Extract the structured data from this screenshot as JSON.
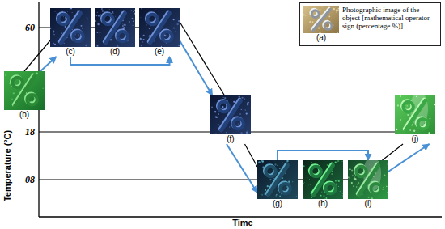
{
  "diagram": {
    "nodes": [
      {
        "text": [
          "Photographic image of the object [mathematical operator sign (percentage %)]"
        ]
      },
      {
        "text": [
          "(a)"
        ],
        "in": 0
      },
      {
        "text": [
          "(b)"
        ]
      },
      {
        "text": [
          "(c)"
        ]
      },
      {
        "text": [
          "(d)"
        ]
      },
      {
        "text": [
          "(e)"
        ]
      },
      {
        "text": [
          "(f)"
        ]
      },
      {
        "text": [
          "(g)"
        ]
      },
      {
        "text": [
          "(h)"
        ]
      },
      {
        "text": [
          "(i)"
        ]
      },
      {
        "text": [
          "(j)"
        ]
      }
    ],
    "edges": [
      {
        "from": 2,
        "to": 3,
        "arrow": "to"
      },
      {
        "from": 3,
        "to": 5,
        "arrow": "to"
      },
      {
        "from": 5,
        "to": 6,
        "arrow": "to"
      },
      {
        "from": 6,
        "to": 7,
        "arrow": "to"
      },
      {
        "from": 7,
        "to": 9,
        "arrow": "to"
      },
      {
        "from": 9,
        "to": 10,
        "arrow": "to"
      },
      {
        "from": 2,
        "to": 3,
        "arrow": "none"
      },
      {
        "from": 3,
        "to": 4,
        "arrow": "none"
      },
      {
        "from": 4,
        "to": 5,
        "arrow": "none"
      },
      {
        "from": 5,
        "to": 6,
        "arrow": "none"
      },
      {
        "from": 6,
        "to": 7,
        "arrow": "none"
      },
      {
        "from": 7,
        "to": 8,
        "arrow": "none"
      },
      {
        "from": 8,
        "to": 9,
        "arrow": "none"
      },
      {
        "from": 9,
        "to": 10,
        "arrow": "none"
      },
      {
        "from": 6,
        "to": 10,
        "arrow": "none"
      }
    ],
    "labels": [
      "60",
      "18",
      "08",
      "Temperature (ºC)",
      "Time"
    ]
  }
}
